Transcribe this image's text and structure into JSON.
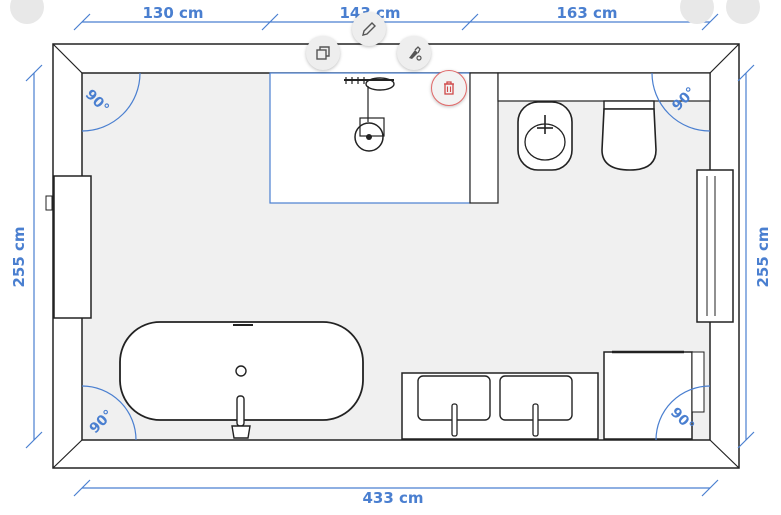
{
  "plan": {
    "dimensions": {
      "top_left": "130 cm",
      "top_middle": "143 cm",
      "top_right": "163 cm",
      "left": "255 cm",
      "right": "255 cm",
      "bottom": "433 cm"
    },
    "angles": {
      "top_left": "90°",
      "top_right": "90°",
      "bottom_left": "90°",
      "bottom_right": "90°"
    }
  },
  "toolbar": {
    "icons": [
      "duplicate-icon",
      "edit-icon",
      "paint-icon",
      "trash-icon"
    ]
  },
  "colors": {
    "dimension_blue": "#4a7fd0",
    "floor": "#f0f0f0",
    "wall": "#ffffff",
    "stroke": "#222222",
    "delete_red": "#e26a6a"
  }
}
